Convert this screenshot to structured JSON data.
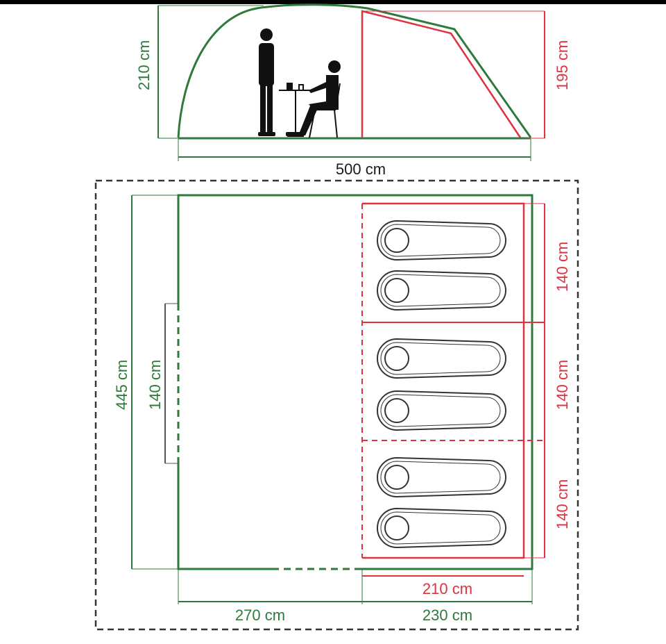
{
  "colors": {
    "green": "#2e7a3c",
    "red": "#e0313f",
    "black": "#1a1a1a",
    "gray": "#555555"
  },
  "side_view": {
    "height_label": "210 cm",
    "bedroom_height_label": "195 cm",
    "length_label": "500 cm"
  },
  "floor_plan": {
    "depth_label": "445 cm",
    "door_width_label": "140 cm",
    "bedroom_width_labels": [
      "140 cm",
      "140 cm",
      "140 cm"
    ],
    "bedroom_length_label": "210 cm",
    "living_length_label": "270 cm",
    "sleeping_section_length_label": "230 cm"
  },
  "icons": [
    "standing-person-icon",
    "seated-person-icon",
    "table-icon",
    "chair-icon",
    "sleeping-bag-icon"
  ]
}
